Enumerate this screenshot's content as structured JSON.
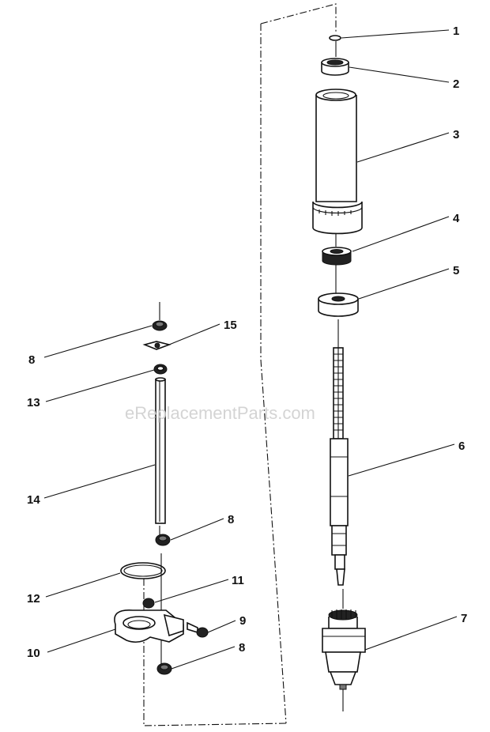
{
  "watermark": "eReplacementParts.com",
  "callouts": [
    {
      "id": "c1",
      "label": "1"
    },
    {
      "id": "c2",
      "label": "2"
    },
    {
      "id": "c3",
      "label": "3"
    },
    {
      "id": "c4",
      "label": "4"
    },
    {
      "id": "c5",
      "label": "5"
    },
    {
      "id": "c6",
      "label": "6"
    },
    {
      "id": "c7",
      "label": "7"
    },
    {
      "id": "c8a",
      "label": "8"
    },
    {
      "id": "c8b",
      "label": "8"
    },
    {
      "id": "c8c",
      "label": "8"
    },
    {
      "id": "c9",
      "label": "9"
    },
    {
      "id": "c10",
      "label": "10"
    },
    {
      "id": "c11",
      "label": "11"
    },
    {
      "id": "c12",
      "label": "12"
    },
    {
      "id": "c13",
      "label": "13"
    },
    {
      "id": "c14",
      "label": "14"
    },
    {
      "id": "c15",
      "label": "15"
    }
  ]
}
